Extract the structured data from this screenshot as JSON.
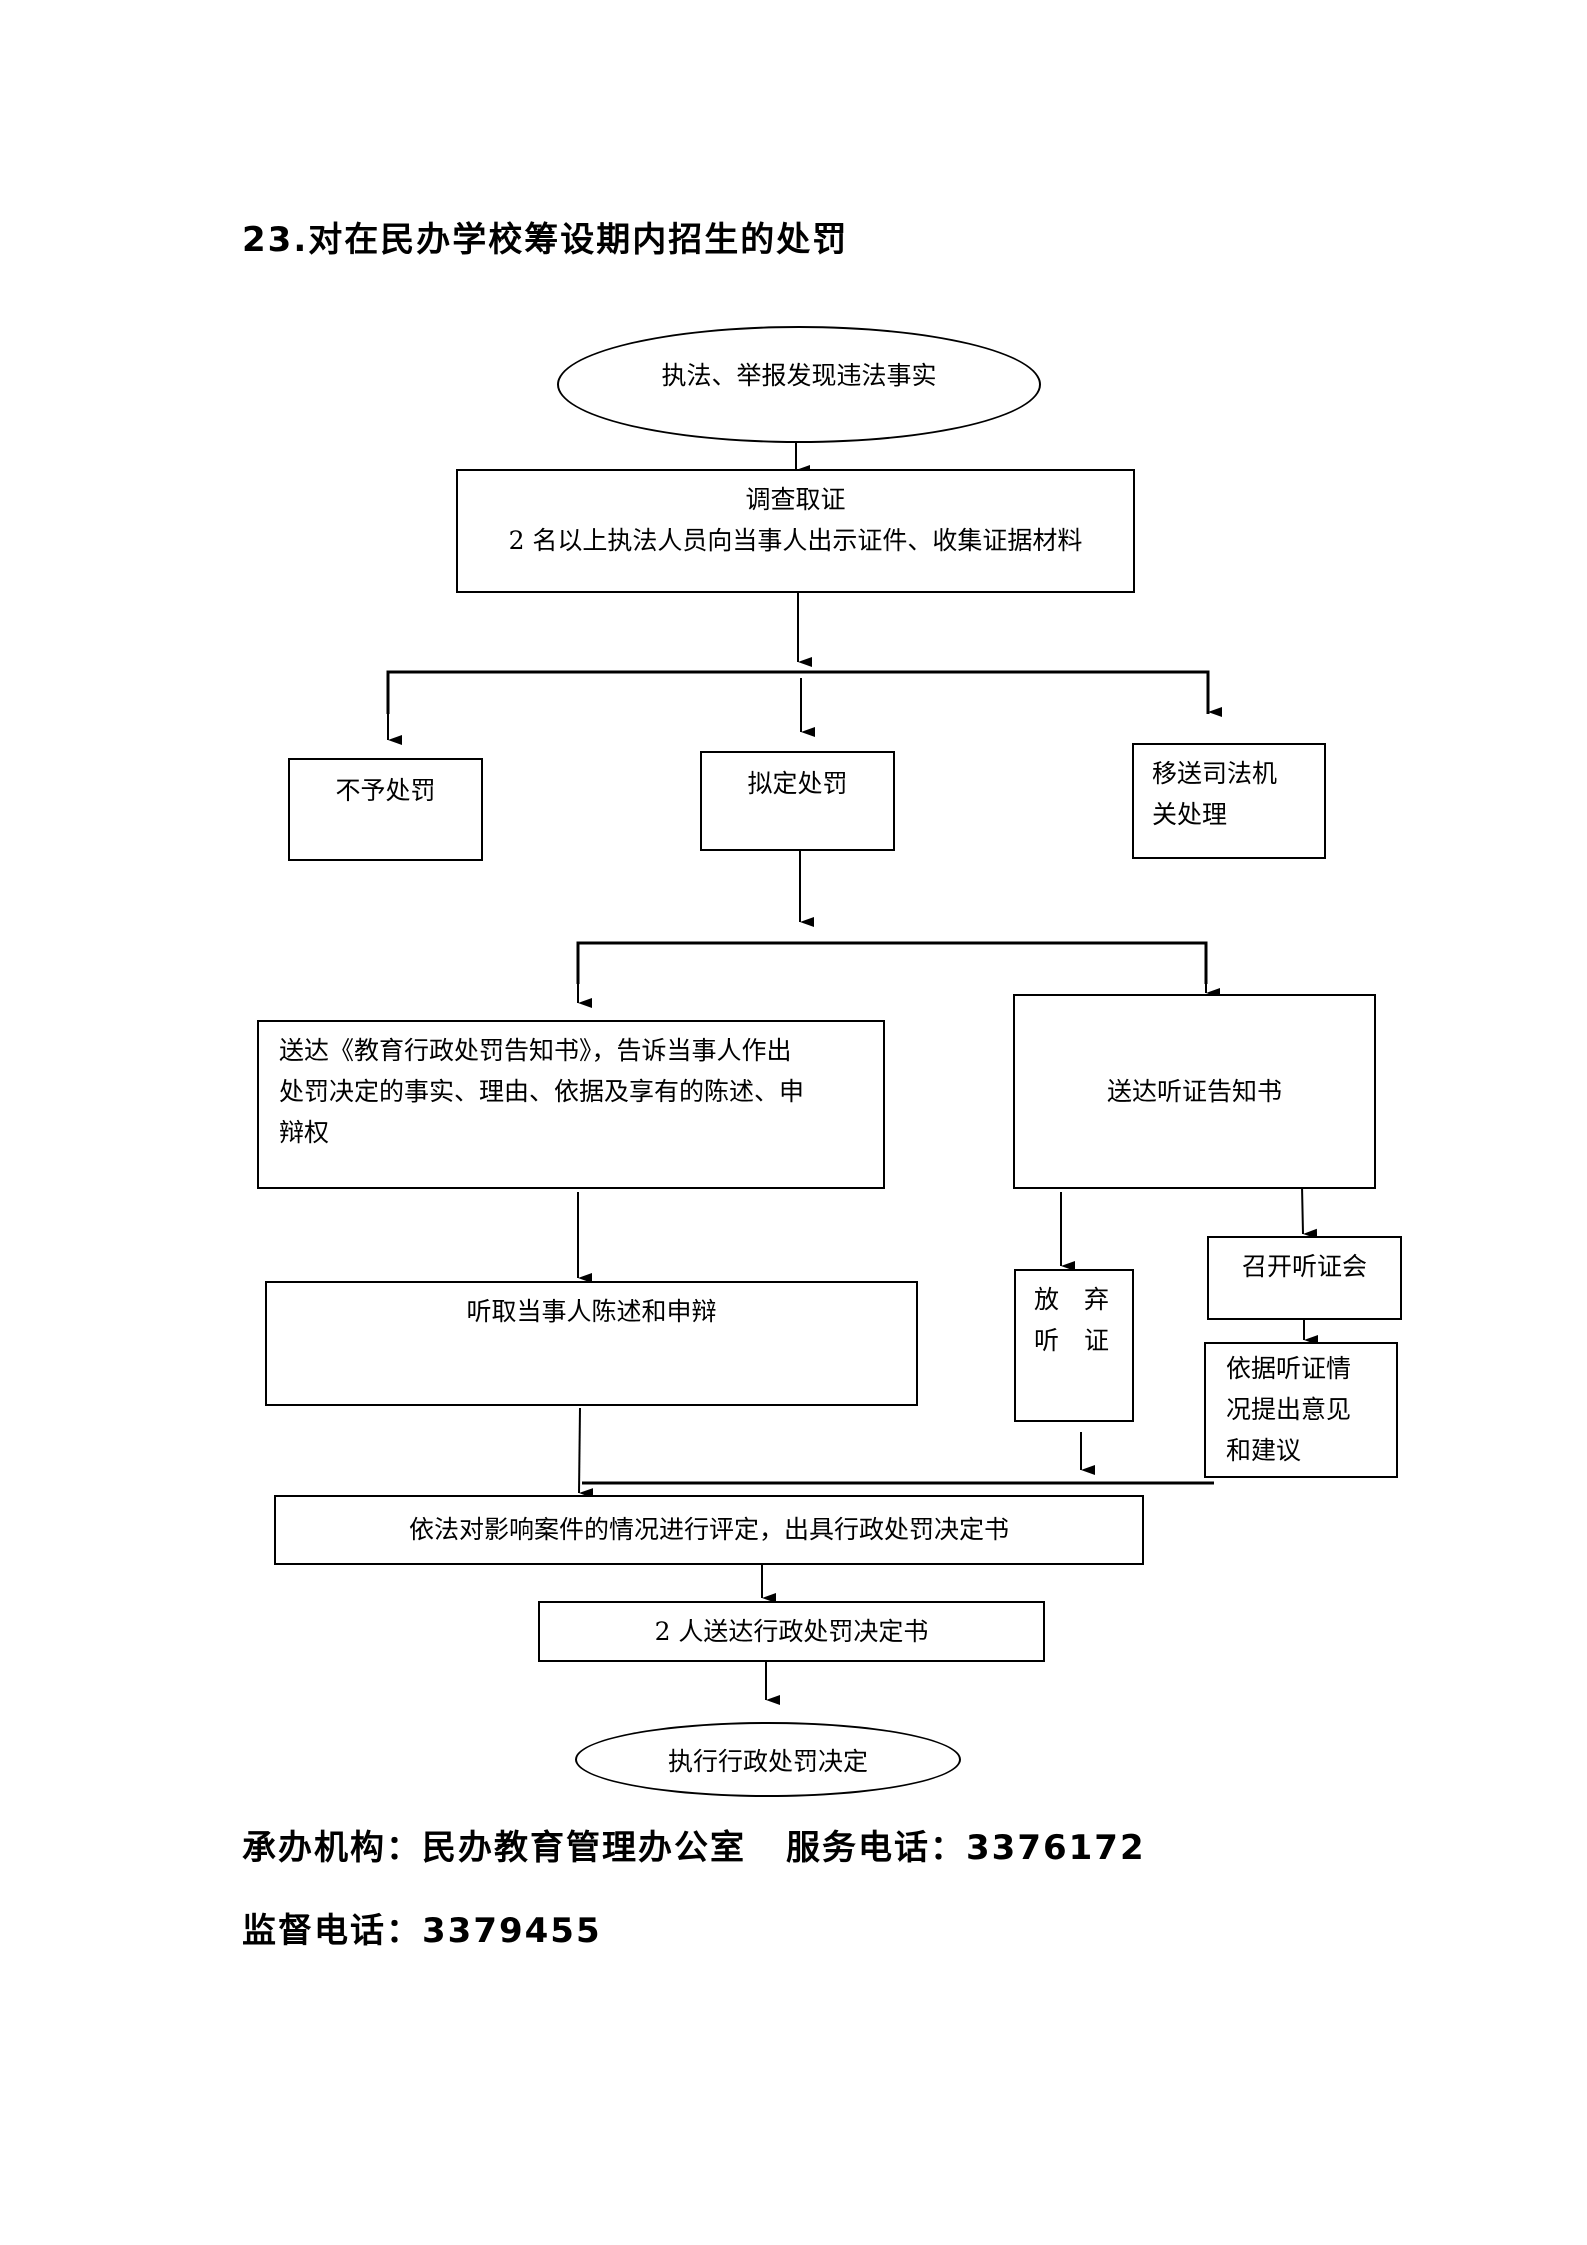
{
  "title": "23.对在民办学校筹设期内招生的处罚",
  "flow": {
    "start": "执法、举报发现违法事实",
    "investigate": {
      "line1": "调查取证",
      "line2": "2 名以上执法人员向当事人出示证件、收集证据材料"
    },
    "no_penalty": "不予处罚",
    "propose_penalty": "拟定处罚",
    "transfer": {
      "line1": "移送司法机",
      "line2": "关处理"
    },
    "notice": {
      "line1": "送达《教育行政处罚告知书》，告诉当事人作出",
      "line2": "处罚决定的事实、理由、依据及享有的陈述、申",
      "line3": "辩权"
    },
    "hearing_notice": "送达听证告知书",
    "listen": "听取当事人陈述和申辩",
    "waive": {
      "line1": "放　弃",
      "line2": "听　证"
    },
    "hold_hearing": "召开听证会",
    "opinion": {
      "line1": "依据听证情",
      "line2": "况提出意见",
      "line3": "和建议"
    },
    "decision": "依法对影响案件的情况进行评定，出具行政处罚决定书",
    "deliver": "2 人送达行政处罚决定书",
    "execute": "执行行政处罚决定"
  },
  "footer": {
    "org_label": "承办机构：",
    "org": "民办教育管理办公室",
    "service_label": "服务电话：",
    "service_phone": "3376172",
    "supervise_label": "监督电话：",
    "supervise_phone": "3379455"
  }
}
